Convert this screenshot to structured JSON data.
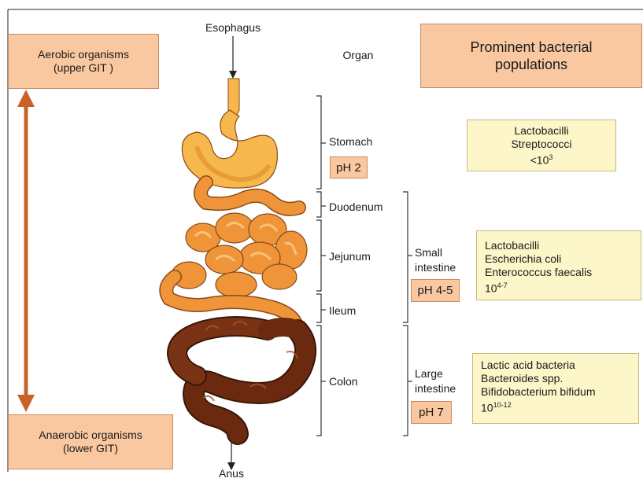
{
  "entry_label": "Esophagus",
  "exit_label": "Anus",
  "organ_header": "Organ",
  "populations_header": "Prominent bacterial populations",
  "aerobic": {
    "line1": "Aerobic organisms",
    "line2": "(upper GIT )"
  },
  "anaerobic": {
    "line1": "Anaerobic organisms",
    "line2": "(lower GIT)"
  },
  "organs": {
    "stomach": "Stomach",
    "duodenum": "Duodenum",
    "jejunum": "Jejunum",
    "ileum": "Ileum",
    "colon": "Colon"
  },
  "sections": {
    "small_line1": "Small",
    "small_line2": "intestine",
    "large_line1": "Large",
    "large_line2": "intestine"
  },
  "ph": {
    "stomach": "pH 2",
    "small": "pH 4-5",
    "large": "pH 7"
  },
  "bacteria": {
    "stomach": {
      "line1": "Lactobacilli",
      "line2": "Streptococci",
      "count_base": "<10",
      "count_exp": "3"
    },
    "small": {
      "line1": "Lactobacilli",
      "line2": "Escherichia  coli",
      "line3": "Enterococcus  faecalis",
      "count_base": "10",
      "count_exp": "4-7"
    },
    "large": {
      "line1": "Lactic acid bacteria",
      "line2": "Bacteroides spp.",
      "line3": "Bifidobacterium bifidum",
      "count_base": "10",
      "count_exp": "10-12"
    }
  },
  "colors": {
    "salmon_box": "#f9c8a0",
    "cream_box": "#fdf6c8",
    "arrow": "#c8622a",
    "gut_orange": "#f2a24a",
    "colon_brown": "#6b2a10"
  }
}
